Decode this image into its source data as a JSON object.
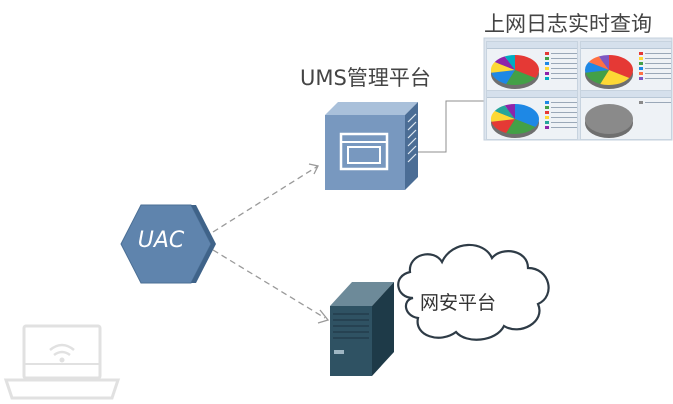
{
  "nodes": {
    "uac": {
      "label": "UAC"
    },
    "ums": {
      "label": "UMS管理平台"
    },
    "log_query": {
      "label": "上网日志实时查询"
    },
    "net_security": {
      "label": "网安平台"
    }
  },
  "colors": {
    "uac_fill": "#5f84ad",
    "ums_fill": "#7898bf",
    "server_fill": "#2f5263",
    "cloud_stroke": "#2e3b46",
    "dash_line": "#9a9a9a",
    "laptop_stroke": "#e1e1e1"
  },
  "icons": [
    "hexagon-uac-icon",
    "ums-server-icon",
    "server-tower-icon",
    "cloud-icon",
    "laptop-wifi-icon"
  ],
  "dashboard": {
    "panels": [
      {
        "pie_colors": [
          "#e53935",
          "#43a047",
          "#1e88e5",
          "#fdd835",
          "#8e24aa",
          "#00acc1"
        ]
      },
      {
        "pie_colors": [
          "#e53935",
          "#fdd835",
          "#43a047",
          "#1e88e5",
          "#ff7043",
          "#7e57c2"
        ]
      },
      {
        "pie_colors": [
          "#1e88e5",
          "#43a047",
          "#e53935",
          "#fdd835",
          "#26a69a",
          "#8e24aa"
        ]
      },
      {
        "pie_colors": [
          "#8a8a8a"
        ]
      }
    ]
  }
}
